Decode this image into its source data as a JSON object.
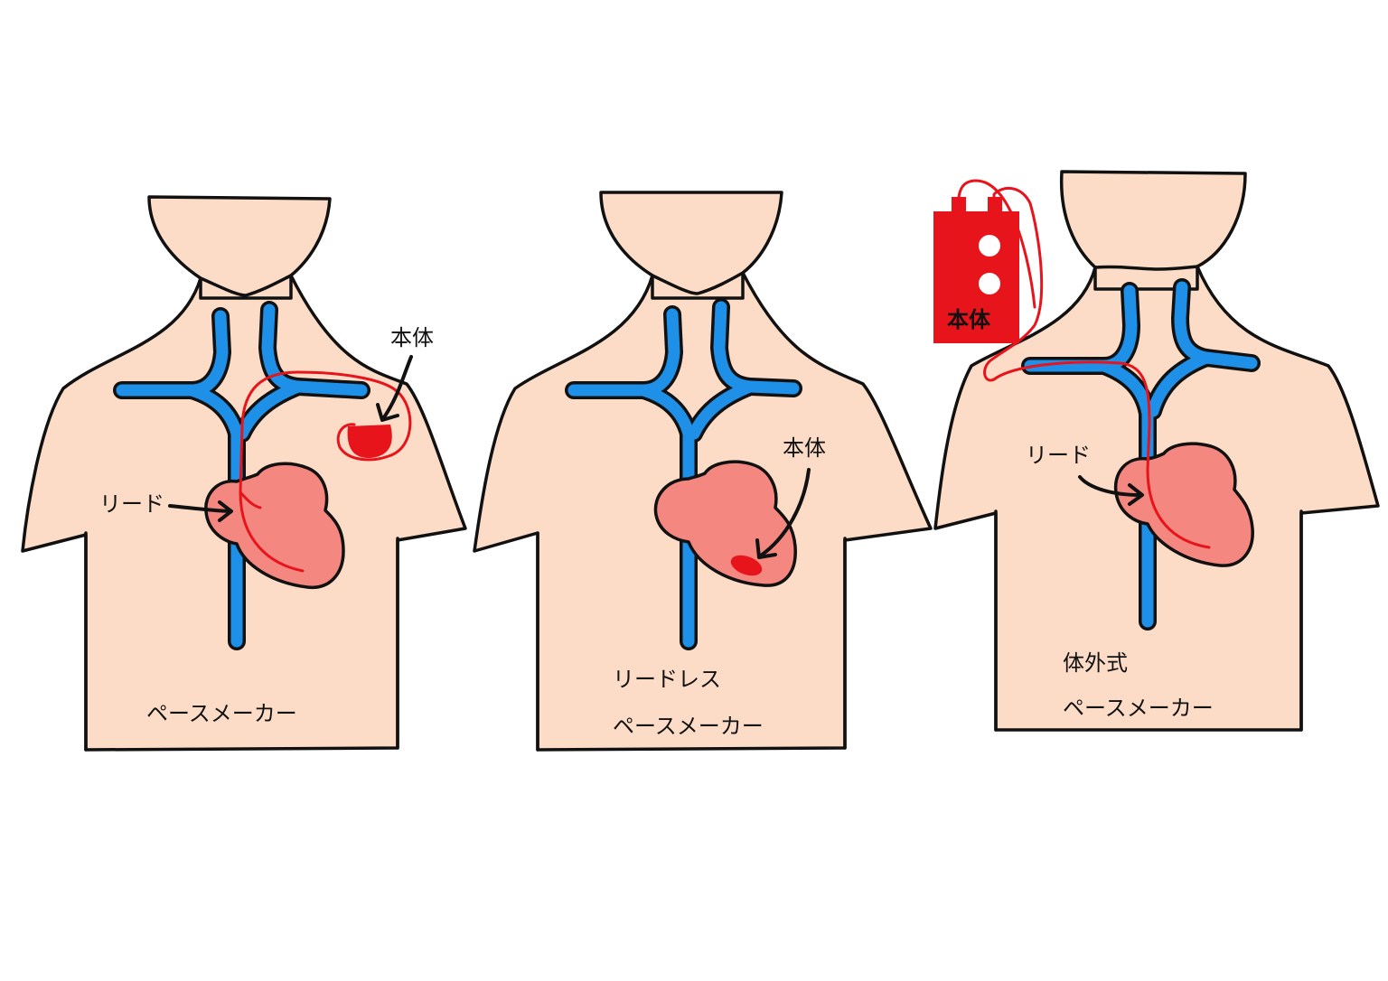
{
  "colors": {
    "skin": "#fcdcc6",
    "vein": "#1e90e8",
    "heart": "#f4877f",
    "device": "#e8141c",
    "outline": "#111111"
  },
  "panels": [
    {
      "caption_lines": [
        "ペースメーカー"
      ],
      "device_label": "本体",
      "lead_label": "リード"
    },
    {
      "caption_lines": [
        "リードレス",
        "ペースメーカー"
      ],
      "device_label": "本体"
    },
    {
      "caption_lines": [
        "体外式",
        "ペースメーカー"
      ],
      "device_label": "本体",
      "lead_label": "リード"
    }
  ],
  "icons": {
    "device_implanted": "pacemaker-generator-icon",
    "device_leadless": "leadless-capsule-icon",
    "device_external": "external-pulse-generator-icon"
  }
}
